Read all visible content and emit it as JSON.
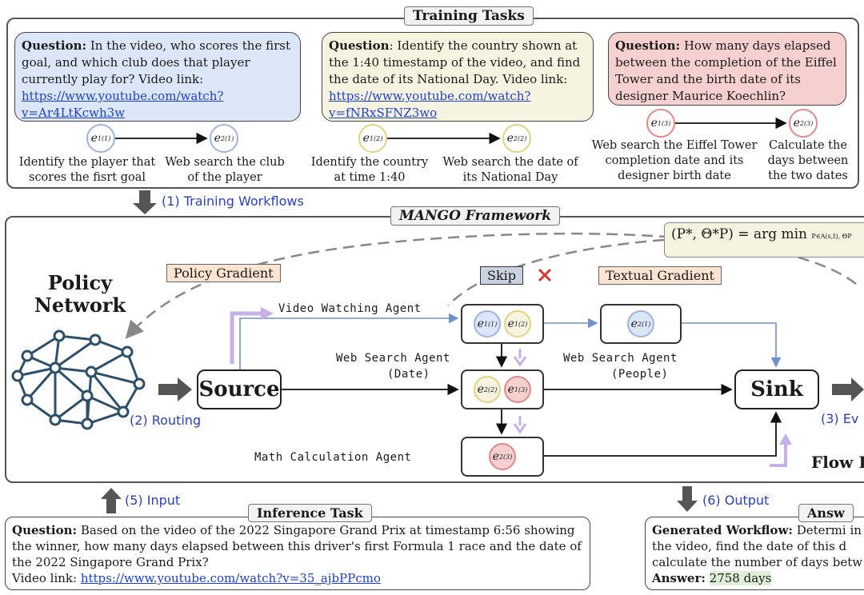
{
  "training": {
    "title": "Training Tasks",
    "tasks": [
      {
        "q_label": "Question:",
        "q_text": "In the video, who scores the first goal, and which club does that player currently play for? Video link:",
        "link": "https://www.youtube.com/watch?v=Ar4LtKcwh3w",
        "steps": [
          {
            "node_sup": "(1)",
            "node_sub": "1",
            "label": "Identify the player that scores the fisrt goal"
          },
          {
            "node_sup": "(1)",
            "node_sub": "2",
            "label": "Web search the club of the player"
          }
        ]
      },
      {
        "q_label": "Question",
        "q_text": ": Identify the country shown at the 1:40 timestamp of the video, and find the date of its National Day. Video link:",
        "link": "https://www.youtube.com/watch?v=fNRxSFNZ3wo",
        "steps": [
          {
            "node_sup": "(2)",
            "node_sub": "1",
            "label": "Identify the country at time 1:40"
          },
          {
            "node_sup": "(2)",
            "node_sub": "2",
            "label": "Web search the date of its National Day"
          }
        ]
      },
      {
        "q_label": "Question:",
        "q_text": "How many days elapsed between the completion of the Eiffel Tower and the birth date of its designer Maurice Koechlin?",
        "link": "",
        "steps": [
          {
            "node_sup": "(3)",
            "node_sub": "1",
            "label": "Web search the Eiffel Tower completion date and its designer birth date"
          },
          {
            "node_sup": "(3)",
            "node_sub": "2",
            "label": "Calculate the days between the two dates"
          }
        ]
      }
    ]
  },
  "flow_labels": {
    "training_workflows": "(1) Training Workflows",
    "routing": "(2) Routing",
    "evaluation": "(3) Ev",
    "input": "(5) Input",
    "output": "(6) Output"
  },
  "framework": {
    "title": "MANGO Framework",
    "policy_network": "Policy Network",
    "policy_gradient": "Policy Gradient",
    "skip": "Skip",
    "textual_gradient": "Textual Gradient",
    "formula": "(P*, Θ*P) = arg min",
    "formula_sub": "P∈A(s,t), ΘP",
    "source": "Source",
    "sink": "Sink",
    "flow_cut": "Flow I",
    "agents": {
      "video": "Video Watching Agent",
      "web_date": "Web Search Agent",
      "web_date_sub": "(Date)",
      "web_people": "Web Search Agent",
      "web_people_sub": "(People)",
      "math": "Math Calculation Agent"
    },
    "nodes": {
      "v1": {
        "sup": "(1)",
        "sub": "1"
      },
      "v2": {
        "sup": "(2)",
        "sub": "1"
      },
      "p1": {
        "sup": "(1)",
        "sub": "2"
      },
      "d1": {
        "sup": "(2)",
        "sub": "2"
      },
      "d2": {
        "sup": "(3)",
        "sub": "1"
      },
      "m1": {
        "sup": "(3)",
        "sub": "2"
      }
    }
  },
  "inference": {
    "title": "Inference Task",
    "q_label": "Question:",
    "q_text": "Based on the video of the 2022 Singapore Grand Prix at timestamp 6:56 showing the winner, how many days elapsed between this driver's first Formula 1 race and the date of the 2022 Singapore Grand Prix?",
    "link_label": "Video link:",
    "link": "https://www.youtube.com/watch?v=35_ajbPPcmo"
  },
  "answer": {
    "title": "Answ",
    "gw_label": "Generated Workflow:",
    "gw_text": "Determi in the video, find the date of this d calculate the number of days betw",
    "answer_label": "Answer:",
    "answer_value": "2758 days"
  },
  "colors": {
    "blue_fill": "#dbe6f8",
    "yellow_fill": "#f7f3e1",
    "red_fill": "#f6cfcf",
    "blue_node": "#9db4e0",
    "yellow_node": "#e3d280",
    "red_node": "#df8a8a",
    "label_blue": "#2b3fbf"
  }
}
